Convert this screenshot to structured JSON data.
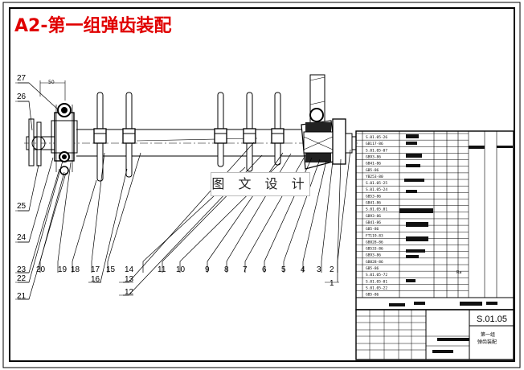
{
  "title": "A2-第一组弹齿装配",
  "watermark": "图 文 设 计",
  "drawing_number": "S.01.05",
  "drawing_name": [
    "第一组",
    "弹齿装配"
  ],
  "dimension": "50",
  "note": "Ra",
  "part_labels_left": [
    "27",
    "26",
    "25",
    "24",
    "23",
    "22",
    "21",
    "20",
    "19",
    "18",
    "17",
    "16",
    "15",
    "13",
    "12"
  ],
  "part_labels_bottom": [
    "14",
    "11",
    "10",
    "9",
    "8",
    "7",
    "6",
    "5",
    "4",
    "3",
    "2",
    "1"
  ],
  "bom_codes": [
    "S.01.05-26",
    "GB117-86",
    "S.01.05-07",
    "GB93-86",
    "GB41-86",
    "GB5-86",
    "YB253-80",
    "S.01.05-25",
    "S.01.05-24",
    "GB53-86",
    "GB41-86",
    "S.01.05.01",
    "GB93-86",
    "GB41-86",
    "GB5-86",
    "FT119-83",
    "GB828-86",
    "GB533-86",
    "GB93-86",
    "GB828-86",
    "GB5-86",
    "S.01.05-72",
    "S.01.05-01",
    "S.01.05-22",
    "GB5-86"
  ],
  "colors": {
    "title": "#e00000",
    "line": "#000000",
    "fill": "#111111"
  }
}
